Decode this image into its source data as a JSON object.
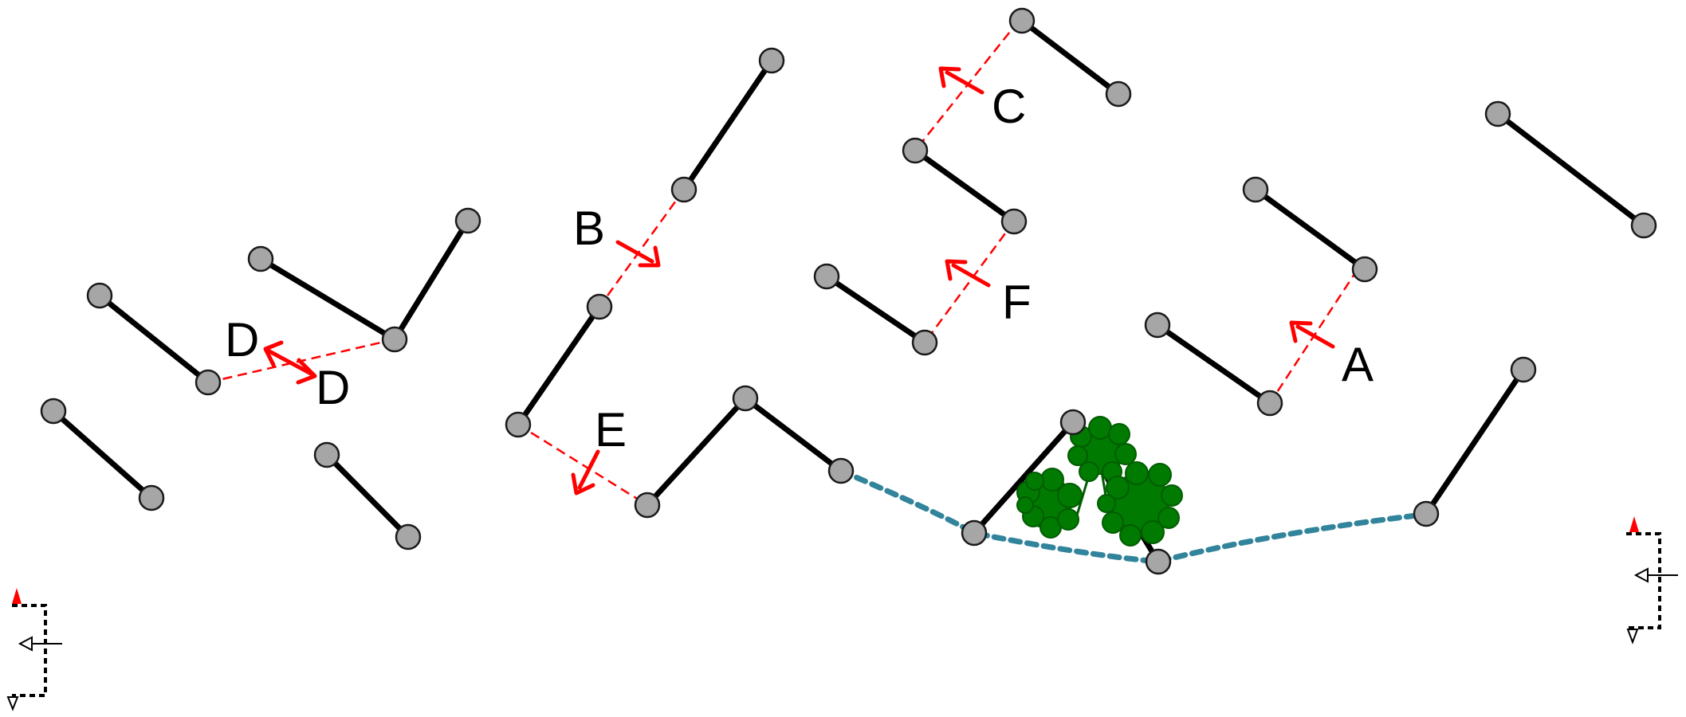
{
  "labels": {
    "A": "A",
    "B": "B",
    "C": "C",
    "D1": "D",
    "D2": "D",
    "E": "E",
    "F": "F"
  },
  "colors": {
    "node_fill": "#a6a6a6",
    "node_stroke": "#1a1a1a",
    "segment": "#000000",
    "link": "#ff0000",
    "arrow": "#ff0000",
    "cable": "#31849b",
    "tree": "#007a00",
    "tree_dark": "#005c00",
    "label": "#000000"
  },
  "icons": {
    "obstacle": "tree-icon",
    "terminal": "terminal-flag-icon"
  }
}
